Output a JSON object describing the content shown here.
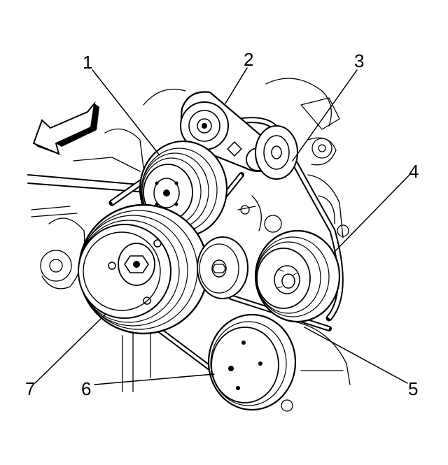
{
  "diagram": {
    "callouts": [
      {
        "id": 1,
        "text": "1"
      },
      {
        "id": 2,
        "text": "2"
      },
      {
        "id": 3,
        "text": "3"
      },
      {
        "id": 4,
        "text": "4"
      },
      {
        "id": 5,
        "text": "5"
      },
      {
        "id": 6,
        "text": "6"
      },
      {
        "id": 7,
        "text": "7"
      }
    ]
  }
}
